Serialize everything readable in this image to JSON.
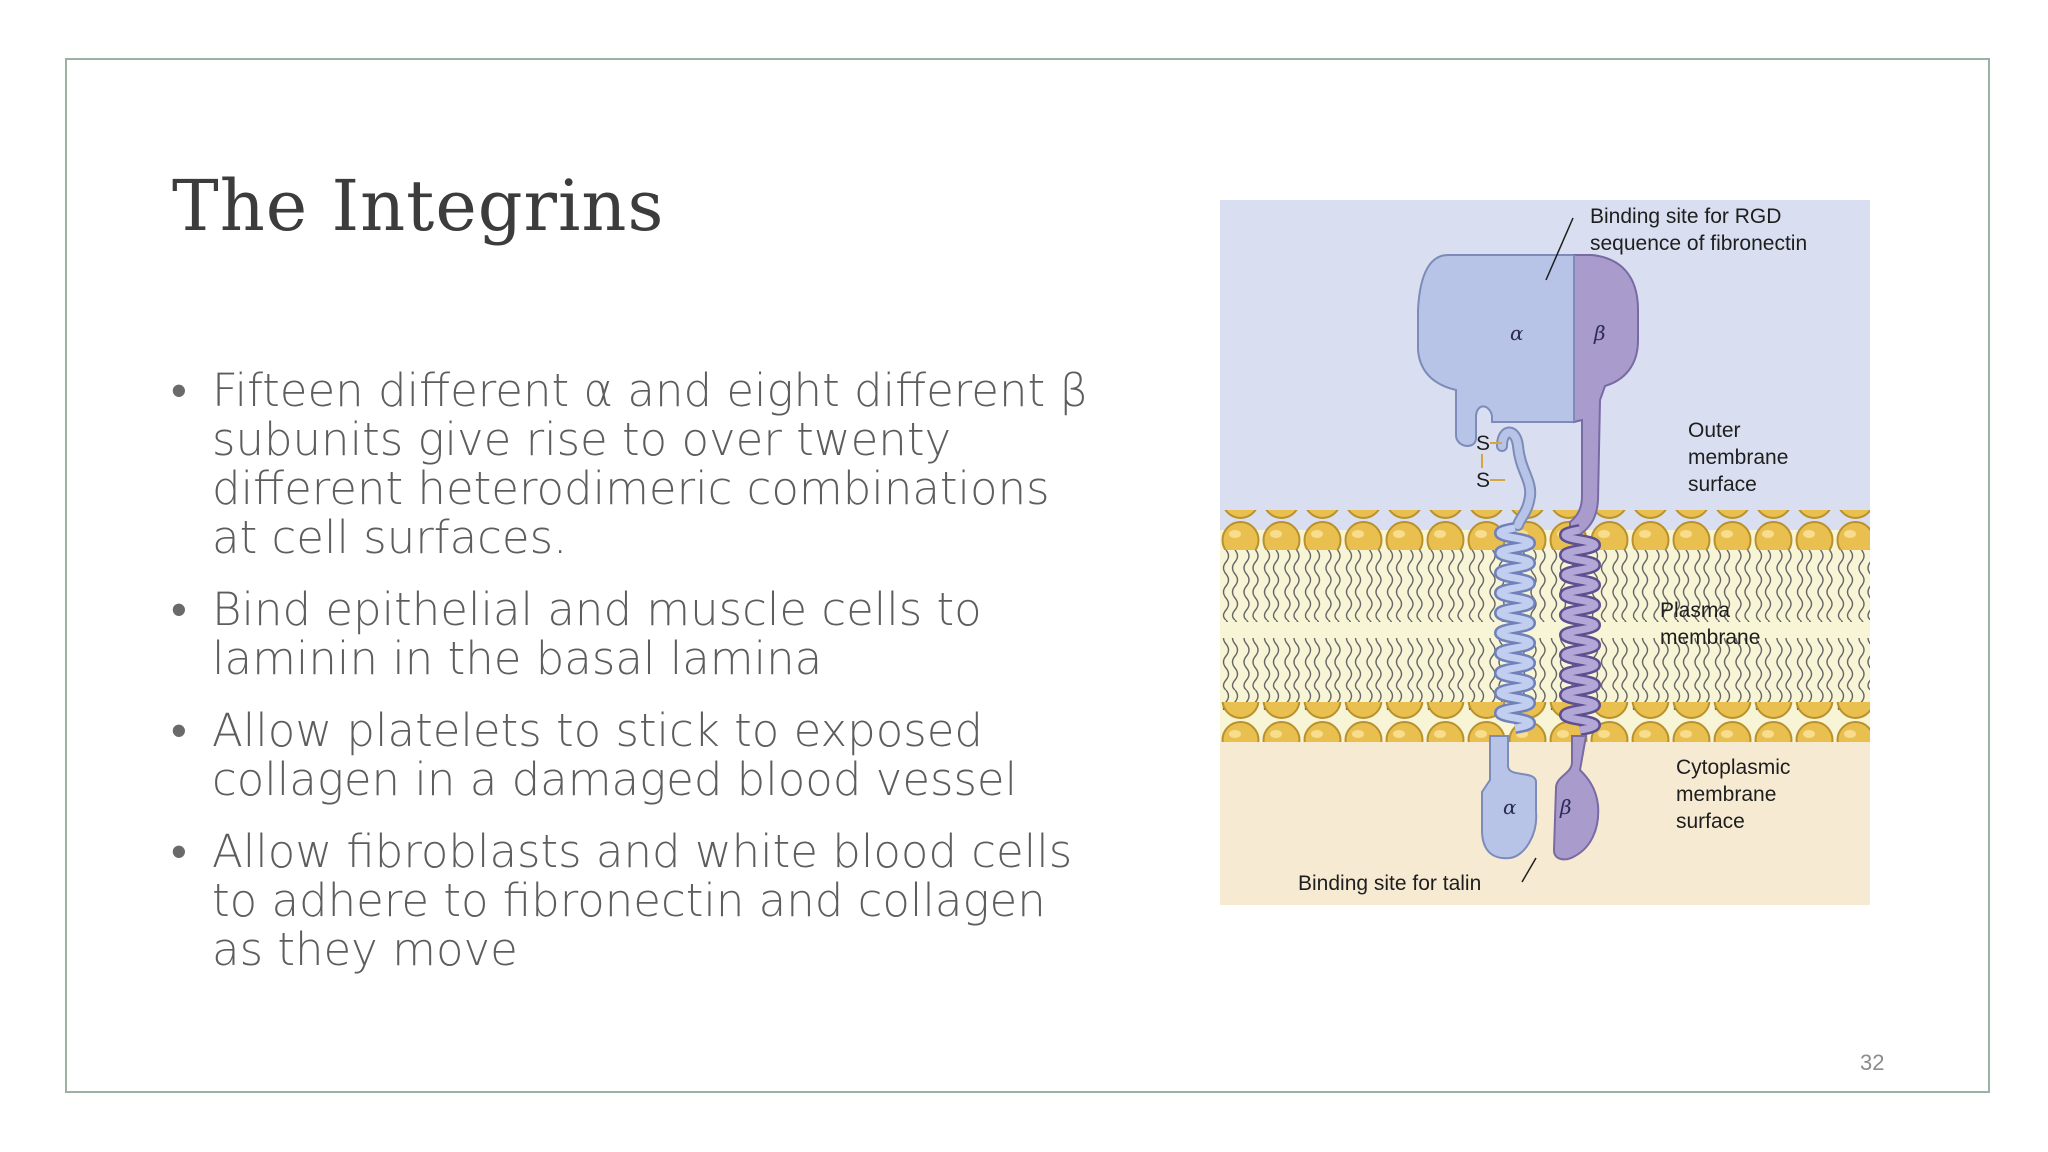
{
  "slide": {
    "title": "The Integrins",
    "page_number": "32",
    "bullets": [
      "Fifteen different α and eight different β subunits give rise to over twenty different heterodimeric combinations at cell surfaces.",
      "Bind epithelial and muscle cells to laminin in the basal lamina",
      "Allow platelets to stick to exposed collagen in a damaged blood vessel",
      "Allow fibroblasts and white blood cells to adhere to fibronectin and collagen as they move"
    ],
    "bullet_glyph": "•"
  },
  "figure": {
    "label_rgd_line1": "Binding site for RGD",
    "label_rgd_line2": "sequence of fibronectin",
    "label_outer_1": "Outer",
    "label_outer_2": "membrane",
    "label_outer_3": "surface",
    "label_plasma_1": "Plasma",
    "label_plasma_2": "membrane",
    "label_cyto_1": "Cytoplasmic",
    "label_cyto_2": "membrane",
    "label_cyto_3": "surface",
    "label_talin": "Binding site for talin",
    "alpha": "α",
    "beta": "β",
    "s_top": "S",
    "s_bottom": "S",
    "colors": {
      "outer_bg": "#d9dff0",
      "membrane_bg": "#f8f5d6",
      "cyto_bg": "#f7ead2",
      "alpha_fill": "#b7c4e8",
      "beta_fill": "#a99ccd",
      "head_gold": "#e9bf4f"
    }
  }
}
